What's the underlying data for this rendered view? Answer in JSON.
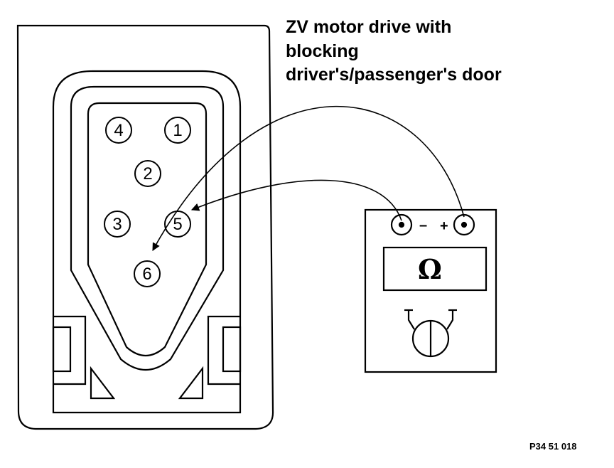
{
  "caption": {
    "line1": "ZV motor drive with",
    "line2": "blocking",
    "line3": "driver's/passenger's door"
  },
  "connector": {
    "pins": [
      {
        "label": "4"
      },
      {
        "label": "1"
      },
      {
        "label": "2"
      },
      {
        "label": "3"
      },
      {
        "label": "5"
      },
      {
        "label": "6"
      }
    ]
  },
  "meter": {
    "minus_sign": "–",
    "plus_sign": "+",
    "display_symbol": "Ω"
  },
  "figure_ref": "P34 51 018"
}
